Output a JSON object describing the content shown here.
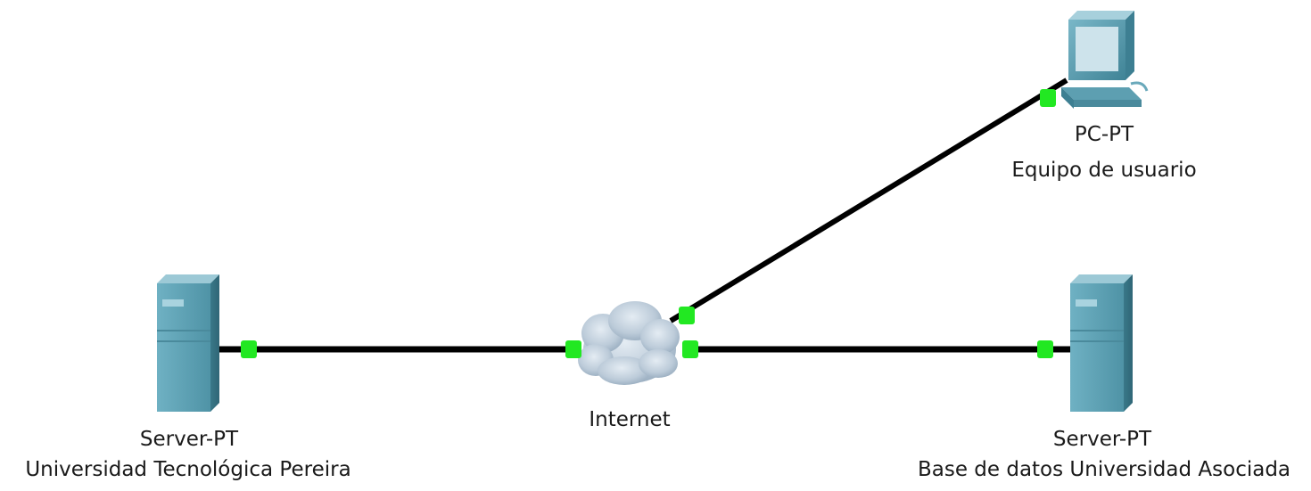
{
  "devices": {
    "server_left": {
      "model": "Server-PT",
      "name": "Universidad Tecnológica Pereira",
      "icon": "server-icon"
    },
    "cloud": {
      "name": "Internet",
      "icon": "cloud-icon"
    },
    "pc": {
      "model": "PC-PT",
      "name": "Equipo de usuario",
      "icon": "pc-icon"
    },
    "server_right": {
      "model": "Server-PT",
      "name": "Base de datos Universidad Asociada",
      "icon": "server-icon"
    }
  },
  "colors": {
    "link": "#000000",
    "port_up": "#22e822",
    "server_front": "#5b9fb2",
    "server_side": "#3d7f92",
    "cloud": "#b8c9d8"
  }
}
